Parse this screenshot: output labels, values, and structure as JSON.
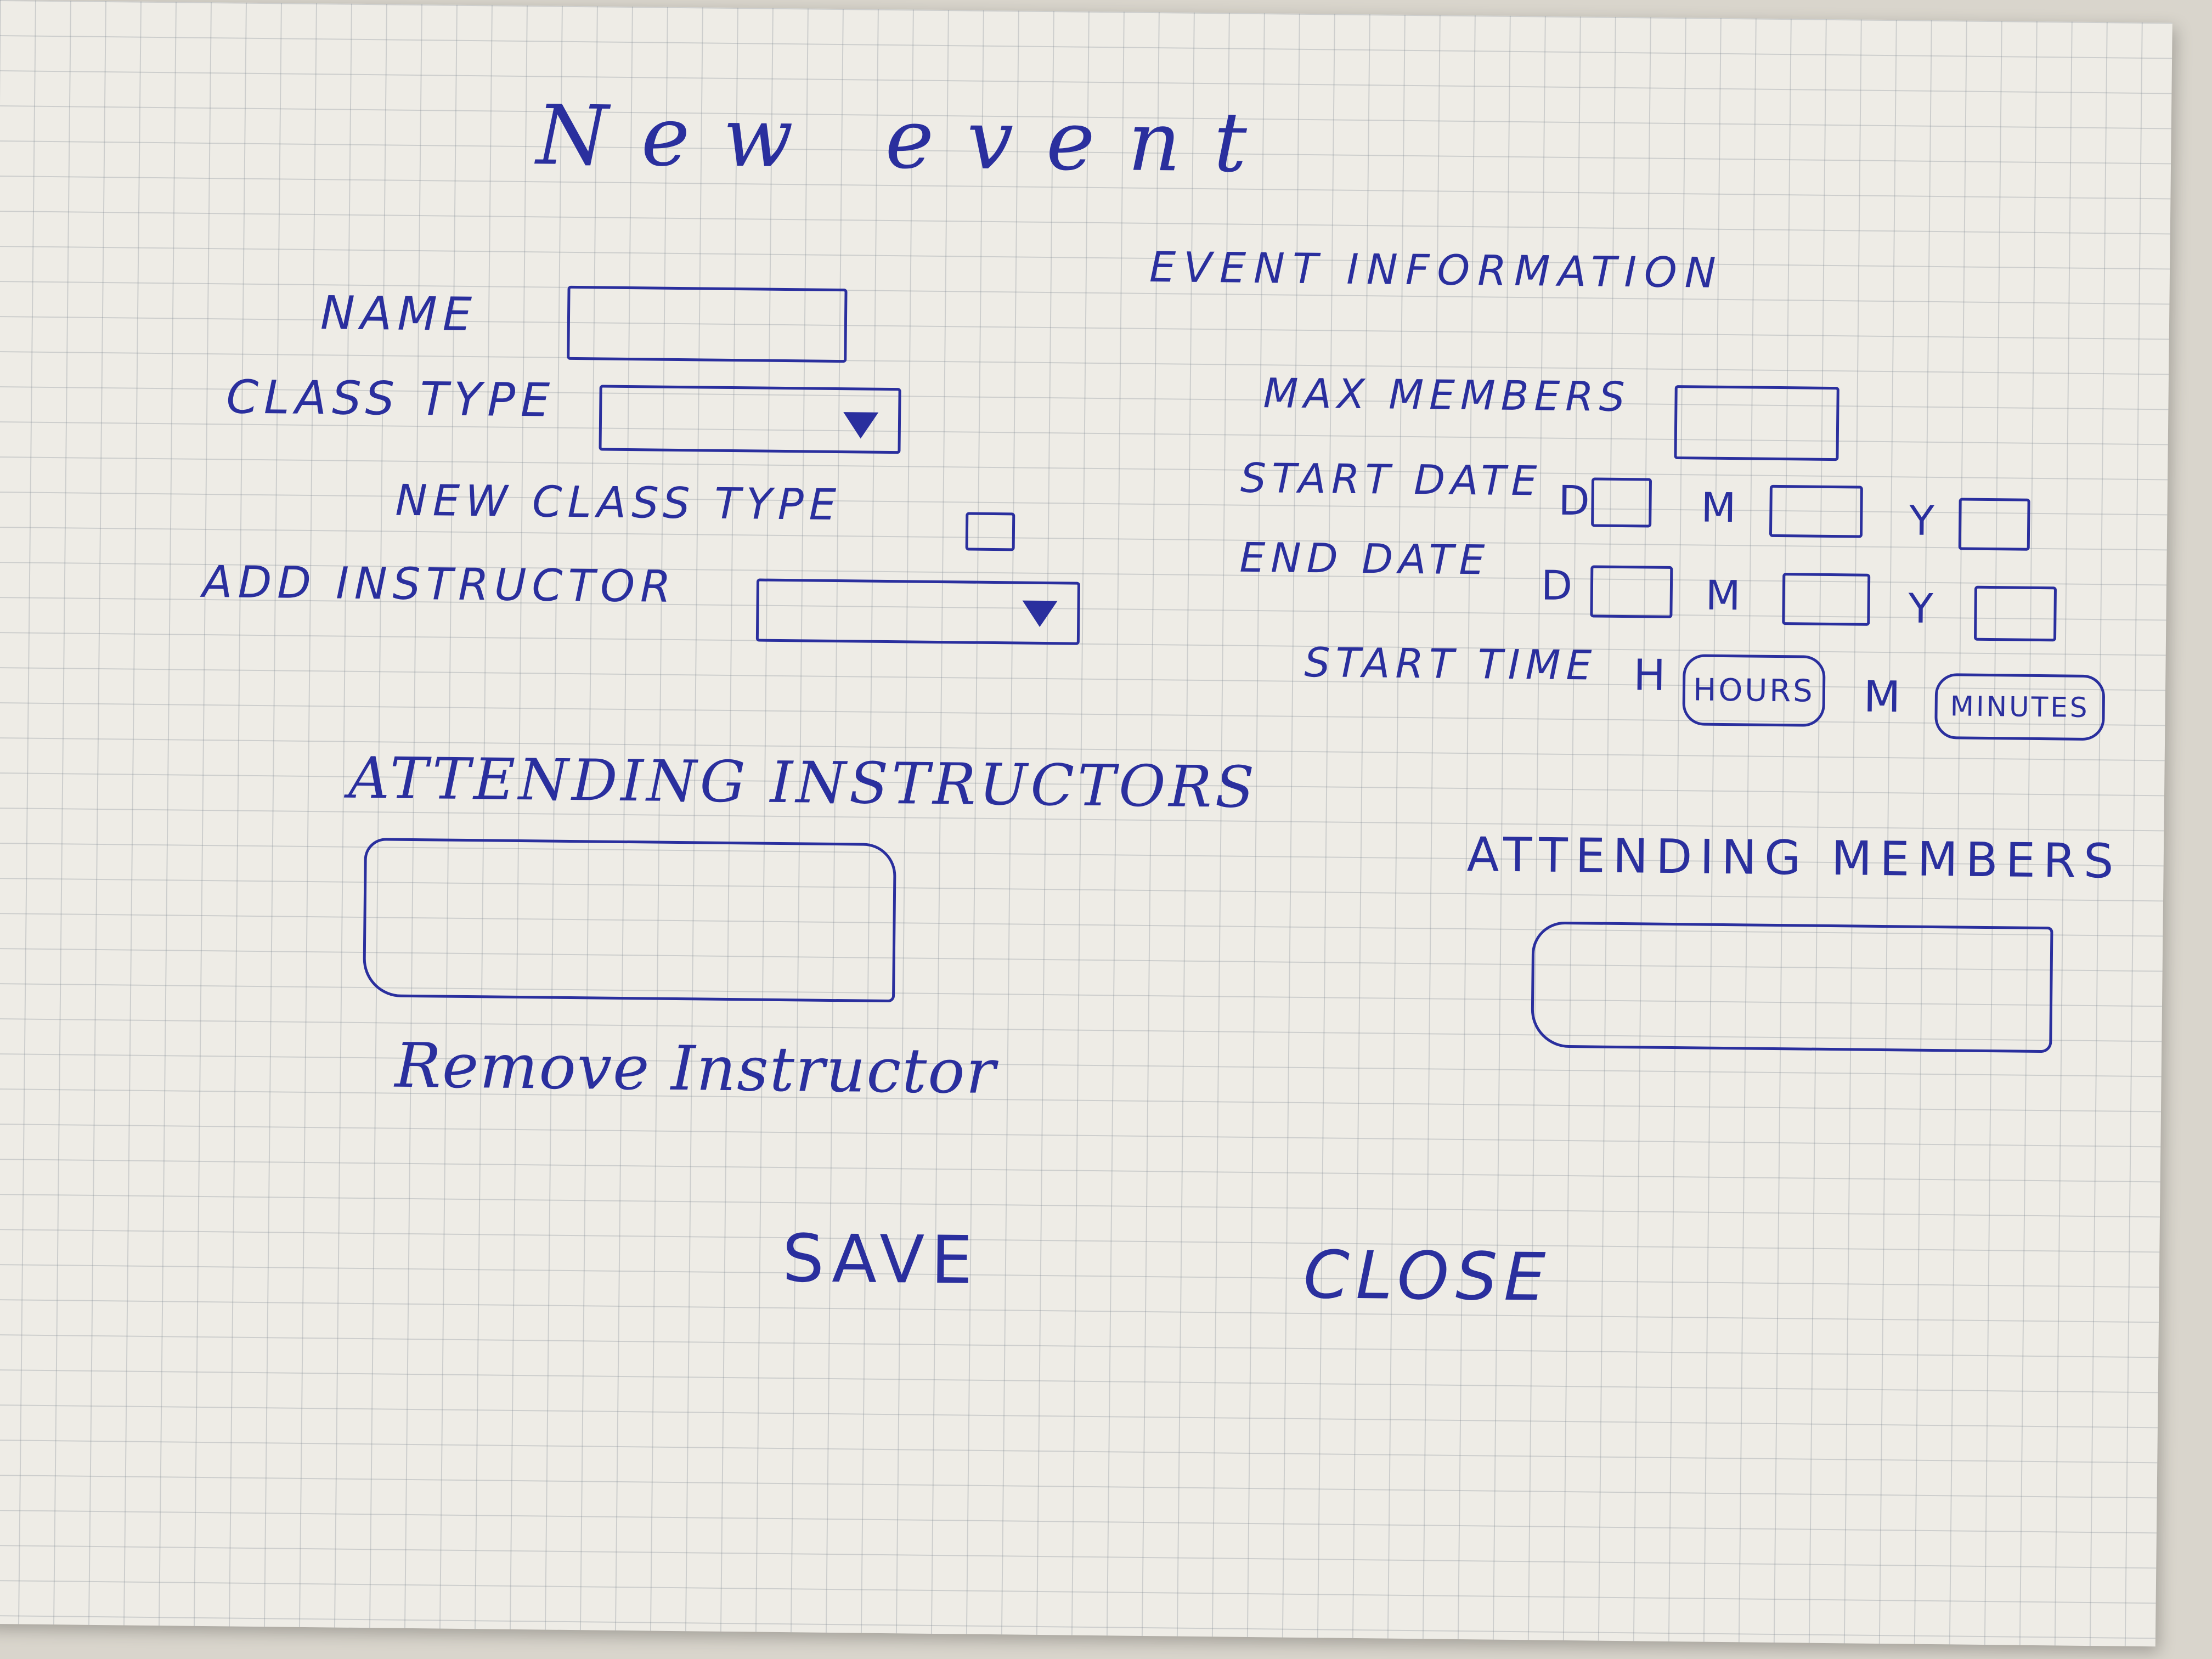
{
  "window": {
    "title": "New event"
  },
  "left": {
    "name_label": "NAME",
    "class_type_label": "CLASS TYPE",
    "new_class_type_label": "NEW CLASS TYPE",
    "add_instructor_label": "ADD INSTRUCTOR",
    "attending_instructors_label": "ATTENDING INSTRUCTORS",
    "remove_instructor_label": "Remove Instructor"
  },
  "right": {
    "section_title": "EVENT INFORMATION",
    "max_members_label": "MAX MEMBERS",
    "start_date_label": "START DATE",
    "end_date_label": "END DATE",
    "day_label": "D",
    "month_label": "M",
    "year_label": "Y",
    "start_time_label": "START TIME",
    "hour_label": "H",
    "minute_label": "M",
    "hours_field": "HOURS",
    "minutes_field": "MINUTES",
    "attending_members_label": "ATTENDING MEMBERS"
  },
  "footer": {
    "save_label": "SAVE",
    "close_label": "CLOSE"
  },
  "colors": {
    "ink": "#2a2f9e",
    "paper": "#eeece6",
    "grid": "#8c96a0"
  },
  "icons": {
    "dropdown": "dropdown-arrow-icon"
  }
}
